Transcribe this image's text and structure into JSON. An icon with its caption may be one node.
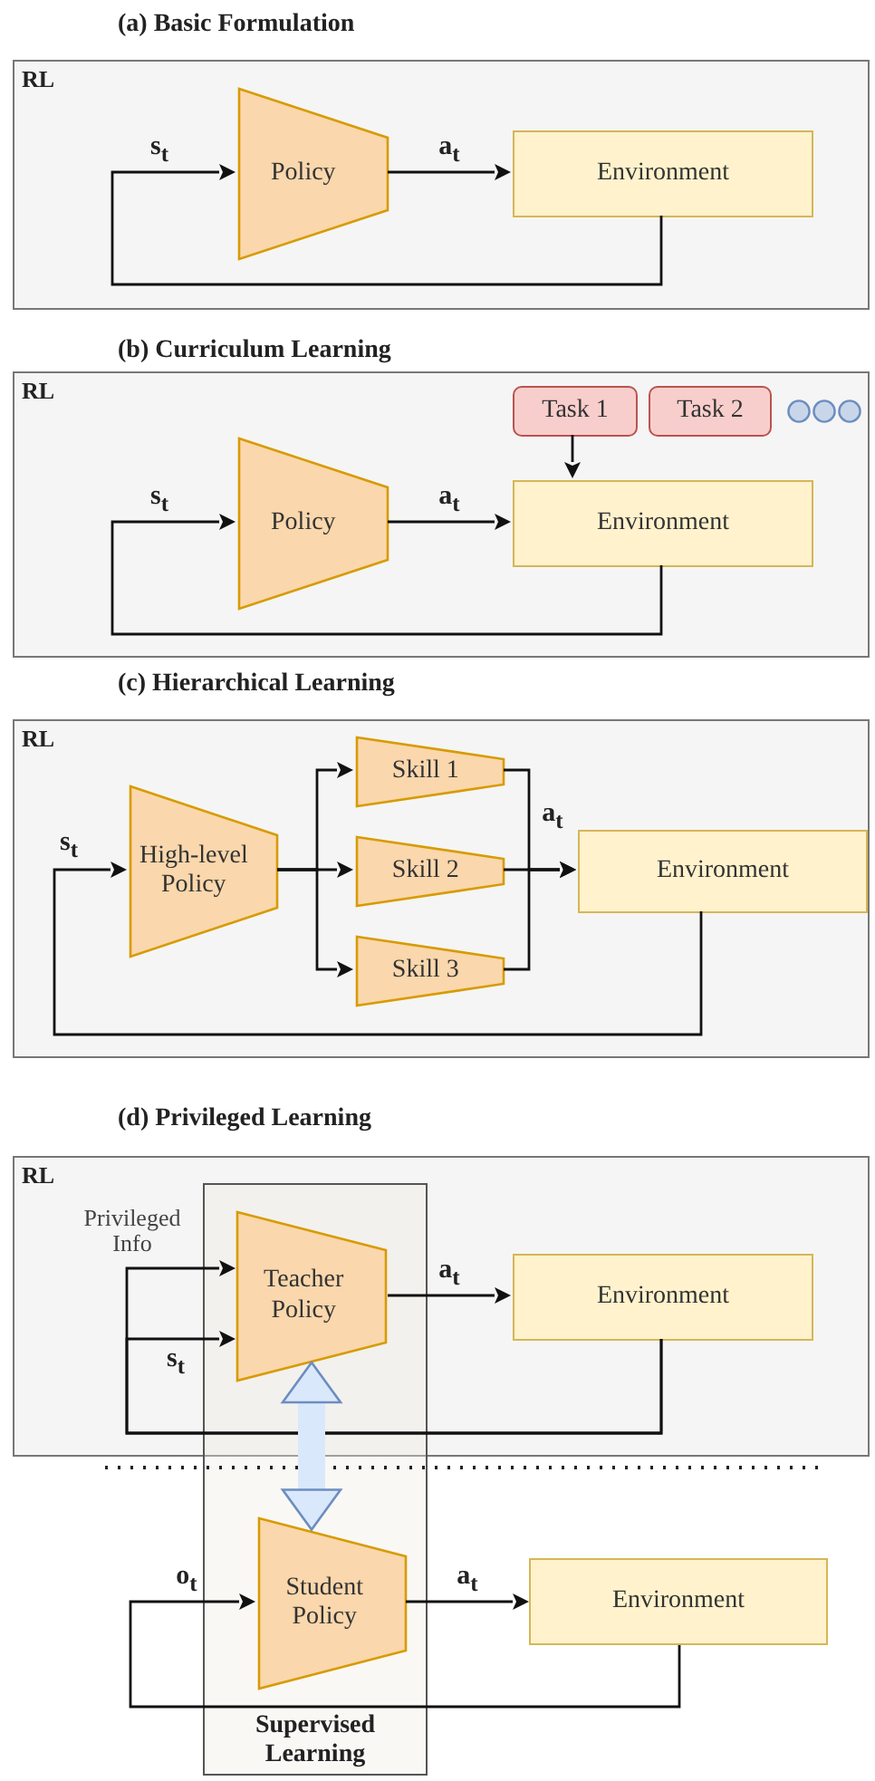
{
  "diagram": {
    "nodes": [
      {
        "text": [
          "RL"
        ]
      },
      {
        "text": [
          "Policy"
        ],
        "in": 0
      },
      {
        "text": [
          "Environment"
        ],
        "in": 0
      },
      {
        "text": [
          "RL"
        ]
      },
      {
        "text": [
          "Task 1"
        ],
        "in": 3
      },
      {
        "text": [
          "Task 2"
        ],
        "in": 3
      },
      {
        "text": [
          "Policy"
        ],
        "in": 3
      },
      {
        "text": [
          "Environment"
        ],
        "in": 3
      },
      {
        "text": [
          "RL"
        ]
      },
      {
        "text": [
          "High-level Policy"
        ],
        "in": 8
      },
      {
        "text": [
          "Skill 1"
        ],
        "in": 8
      },
      {
        "text": [
          "Skill 2"
        ],
        "in": 8
      },
      {
        "text": [
          "Skill 3"
        ],
        "in": 8
      },
      {
        "text": [
          "Environment"
        ],
        "in": 8
      },
      {
        "text": [
          "RL"
        ]
      },
      {
        "text": [
          "Supervised Learning"
        ]
      },
      {
        "text": [
          "Teacher Policy"
        ]
      },
      {
        "text": [
          "Environment"
        ],
        "in": 14
      },
      {
        "text": [
          "Student Policy"
        ],
        "in": 15
      },
      {
        "text": [
          "Environment"
        ]
      }
    ],
    "edges": [
      {
        "from": 2,
        "to": 1,
        "arrow": "to",
        "label": "s$_{t}$"
      },
      {
        "from": 1,
        "to": 2,
        "arrow": "to",
        "label": "a$_{t}$"
      },
      {
        "from": 7,
        "to": 6,
        "arrow": "to",
        "label": "s$_{t}$"
      },
      {
        "from": 6,
        "to": 7,
        "arrow": "to",
        "label": "a$_{t}$"
      },
      {
        "from": 4,
        "to": 7,
        "arrow": "to"
      },
      {
        "from": 13,
        "to": 9,
        "arrow": "to",
        "label": "s$_{t}$"
      },
      {
        "from": 9,
        "to": 10,
        "arrow": "to"
      },
      {
        "from": 9,
        "to": 11,
        "arrow": "to"
      },
      {
        "from": 9,
        "to": 12,
        "arrow": "to"
      },
      {
        "from": 10,
        "to": 13,
        "arrow": "to"
      },
      {
        "from": 11,
        "to": 13,
        "arrow": "to",
        "label": "a$_{t}$"
      },
      {
        "from": 12,
        "to": 13,
        "arrow": "to"
      },
      {
        "from": 17,
        "to": 16,
        "arrow": "to",
        "label": "Privileged Info"
      },
      {
        "from": 17,
        "to": 16,
        "arrow": "to",
        "label": "s$_{t}$"
      },
      {
        "from": 16,
        "to": 17,
        "arrow": "to",
        "label": "a$_{t}$"
      },
      {
        "from": 16,
        "to": 18,
        "arrow": "both",
        "style": "thick",
        "color": "#dae8fc"
      },
      {
        "from": 19,
        "to": 18,
        "arrow": "to",
        "label": "o$_{t}$"
      },
      {
        "from": 18,
        "to": 19,
        "arrow": "to",
        "label": "a$_{t}$"
      }
    ],
    "labels": [
      "(a) Basic Formulation",
      "(b) Curriculum Learning",
      "(c) Hierarchical Learning",
      "(d) Privileged Learning"
    ]
  }
}
